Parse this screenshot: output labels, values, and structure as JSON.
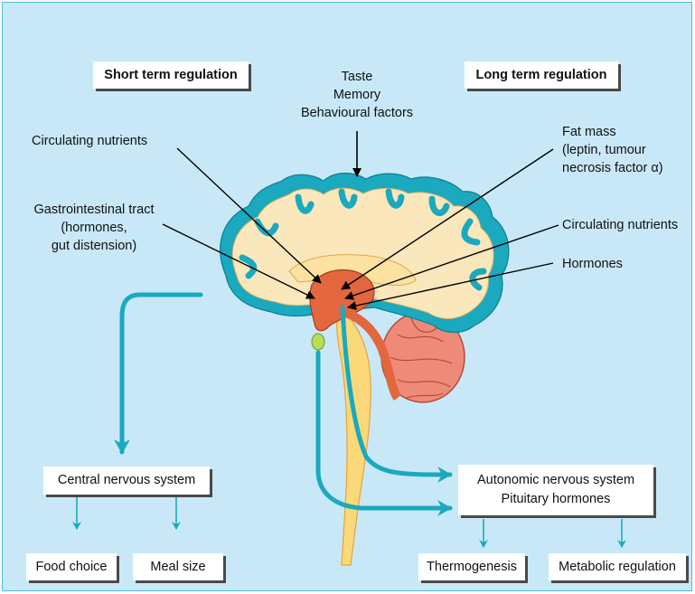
{
  "colors": {
    "background": "#c8e8f8",
    "border": "#56b9d8",
    "arrow": "#1aa9bf",
    "cortex": "#1aa9bf",
    "brain": "#fbe7bc",
    "hypothalamus": "#e2673f",
    "spine": "#fbd97a",
    "cerebellum": "#ee8a78"
  },
  "headers": {
    "short_term": "Short term regulation",
    "long_term": "Long term regulation"
  },
  "top_center": {
    "line1": "Taste",
    "line2": "Memory",
    "line3": "Behavioural factors"
  },
  "left_inputs": {
    "circulating_nutrients": "Circulating nutrients",
    "gi_line1": "Gastrointestinal tract",
    "gi_line2": "(hormones,",
    "gi_line3": "gut distension)"
  },
  "right_inputs": {
    "fat_line1": "Fat mass",
    "fat_line2": "(leptin, tumour",
    "fat_line3": "necrosis factor α)",
    "circulating_nutrients": "Circulating nutrients",
    "hormones": "Hormones"
  },
  "outputs": {
    "cns": "Central nervous system",
    "autonomic_line1": "Autonomic nervous system",
    "autonomic_line2": "Pituitary hormones",
    "food_choice": "Food choice",
    "meal_size": "Meal size",
    "thermogenesis": "Thermogenesis",
    "metabolic": "Metabolic regulation"
  }
}
